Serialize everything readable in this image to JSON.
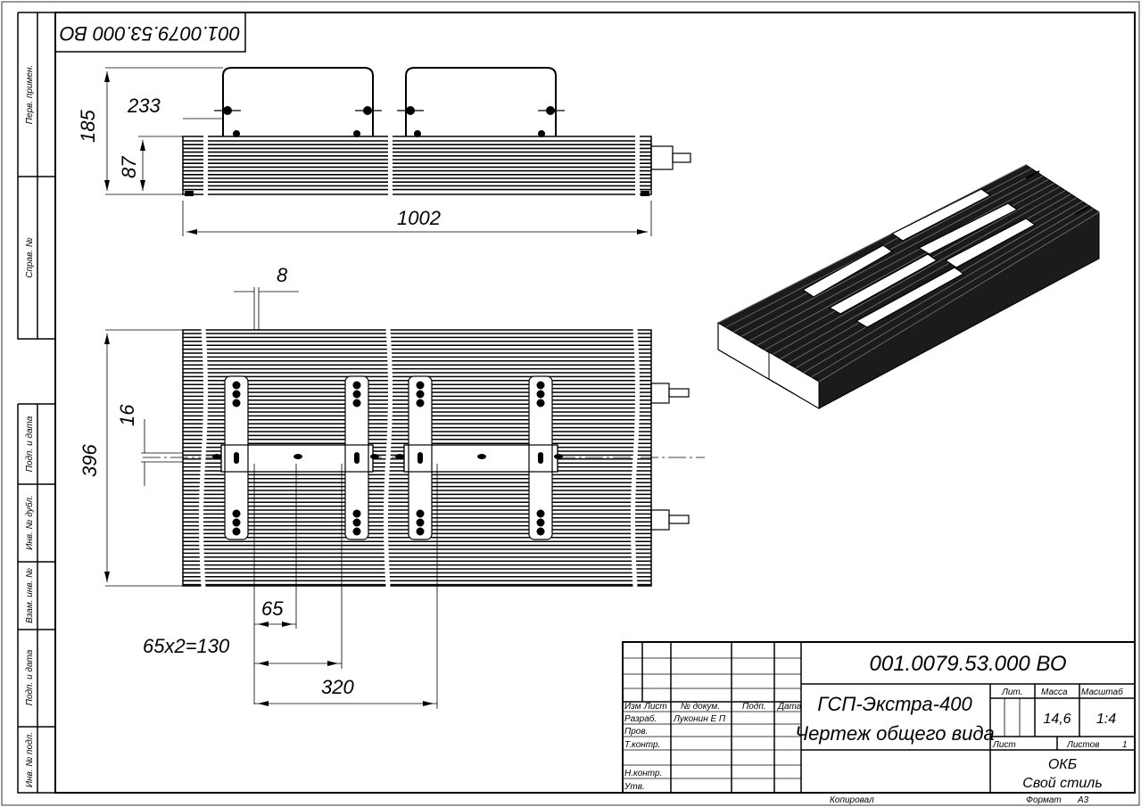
{
  "stamp": {
    "code_rotated": "001.0079.53.000 ВО"
  },
  "side_strip": {
    "labels": [
      "Перв. примен.",
      "Справ. №",
      "Подп. и дата",
      "Инв. № дубл.",
      "Взам. инв. №",
      "Подп. и дата",
      "Инв. № подл."
    ]
  },
  "dimensions": {
    "top_view": {
      "bracket_height": "233",
      "total_height": "185",
      "body_height": "87",
      "length": "1002"
    },
    "plan_view": {
      "slot": "8",
      "offset": "16",
      "width": "396",
      "hole_pitch": "65",
      "hole_pitch_total": "65x2=130",
      "bracket_spacing": "320"
    }
  },
  "title_block": {
    "doc_code": "001.0079.53.000 ВО",
    "product_name": "ГСП-Экстра-400",
    "doc_title": "Чертеж общего вида",
    "headers": {
      "izm": "Изм",
      "list": "Лист",
      "doc_no": "№ докум.",
      "sign": "Подп.",
      "date": "Дата"
    },
    "roles": [
      "Разраб.",
      "Пров.",
      "Т.контр.",
      "",
      "Н.контр.",
      "Утв."
    ],
    "developer": "Луконин Е П",
    "lit_label": "Лит.",
    "mass_label": "Масса",
    "scale_label": "Масштаб",
    "mass": "14,6",
    "scale": "1:4",
    "sheet_label": "Лист",
    "sheets_label": "Листов",
    "sheets": "1",
    "org_line1": "ОКБ",
    "org_line2": "Свой стиль",
    "copied": "Копировал",
    "format_label": "Формат",
    "format": "А3"
  }
}
